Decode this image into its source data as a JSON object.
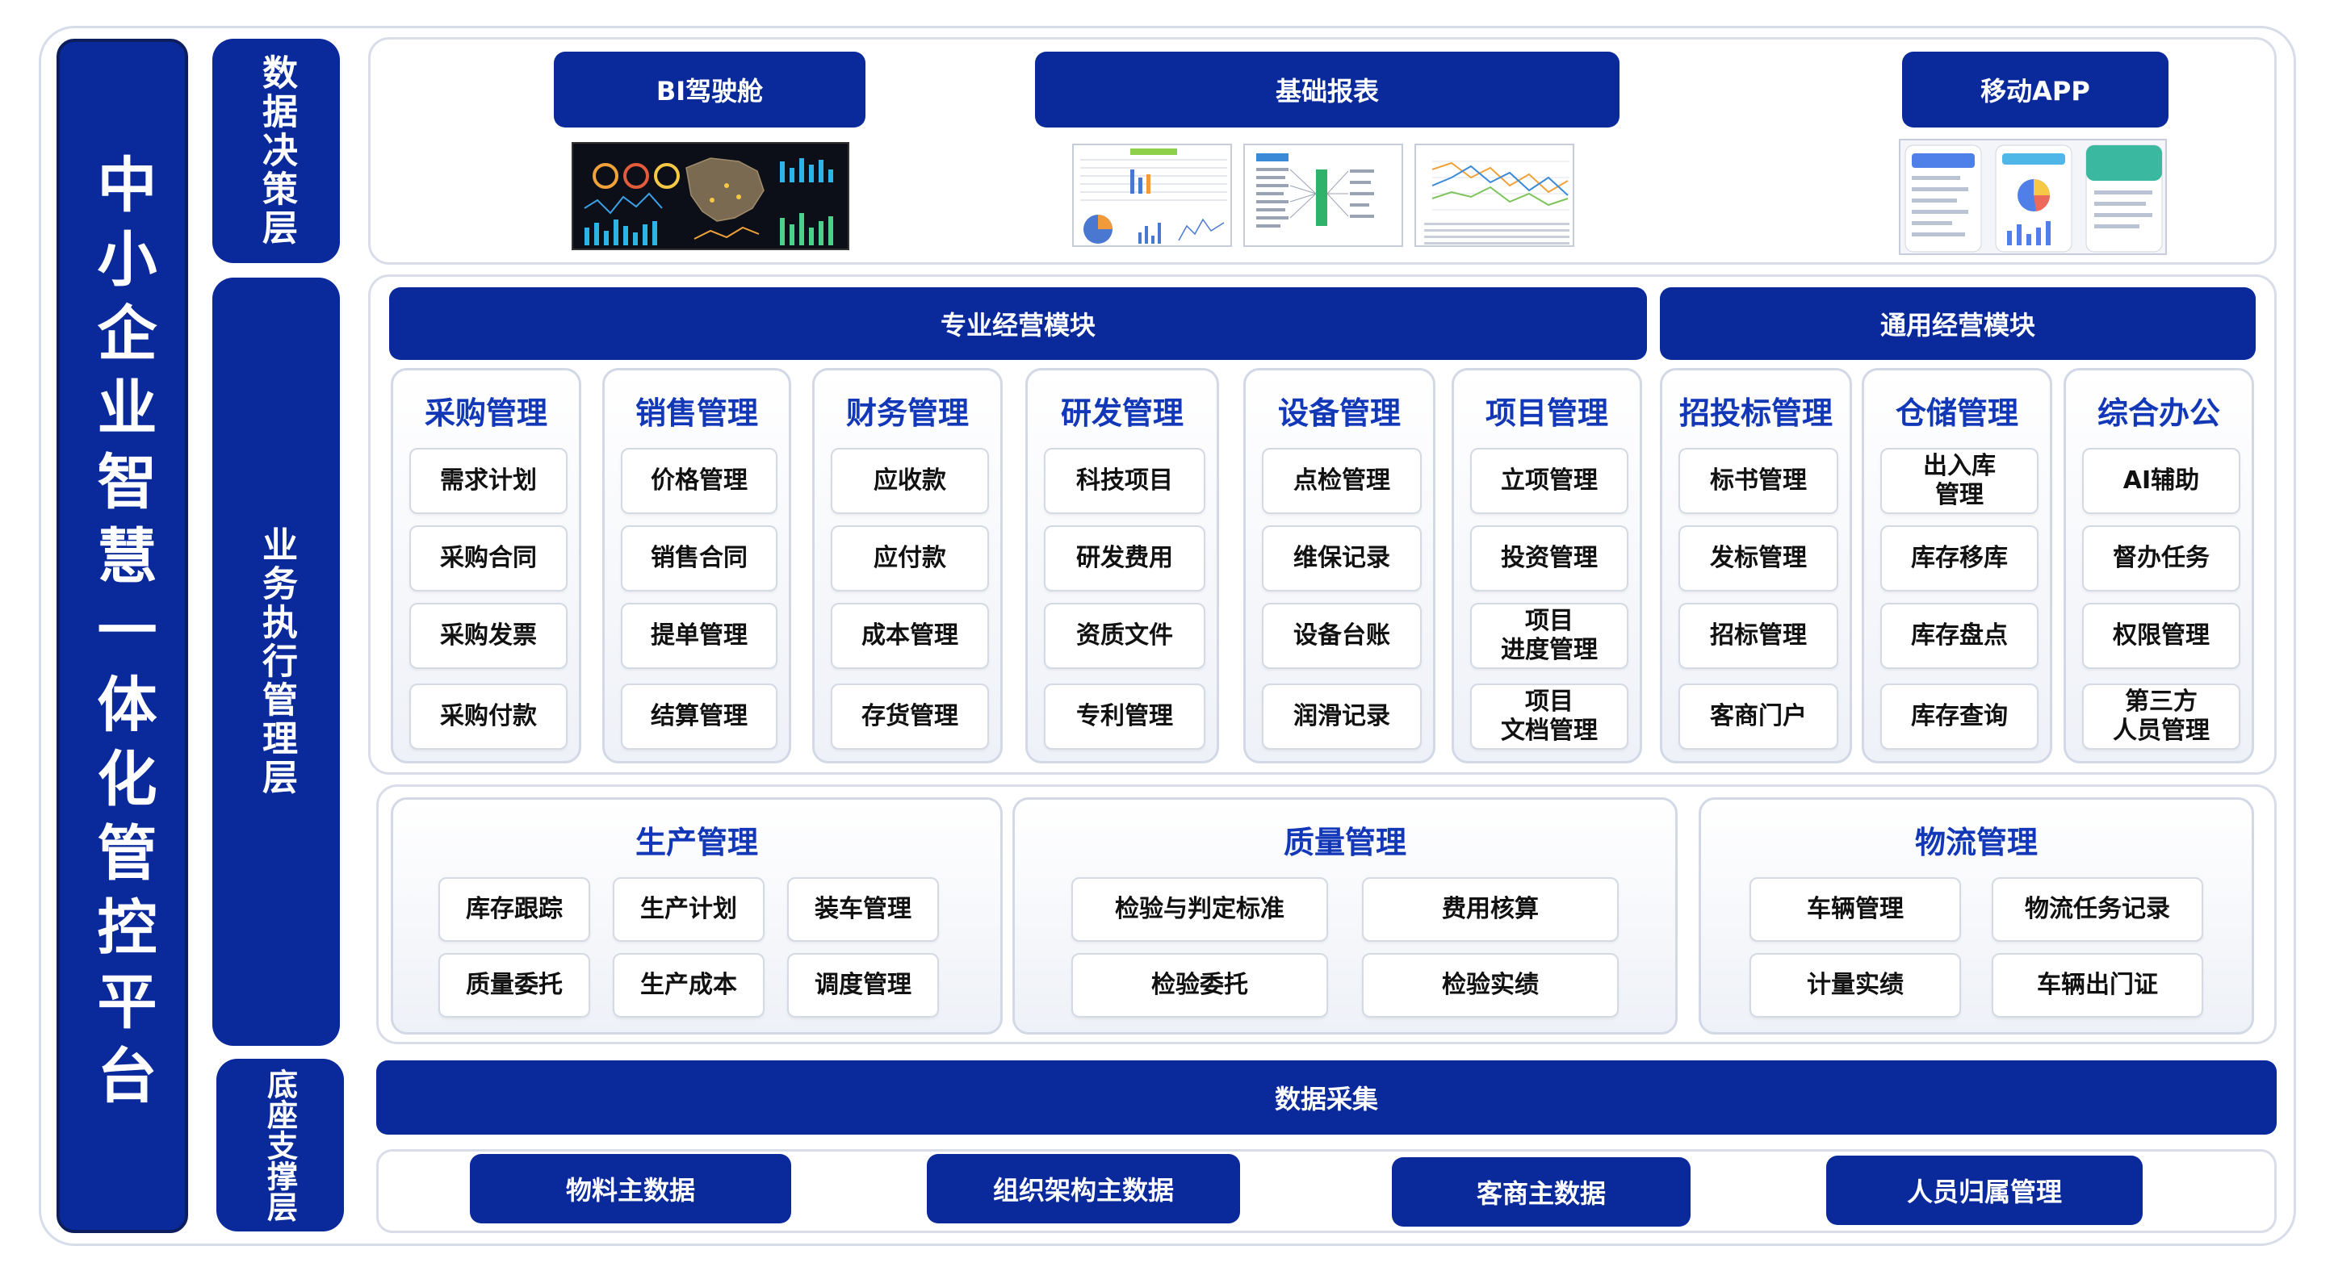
{
  "platform_title": "中小企业智慧一体化管控平台",
  "layers": {
    "decision": "数据决策层",
    "execution": "业务执行管理层",
    "foundation": "底座支撑层"
  },
  "decision": {
    "bi_label": "BI驾驶舱",
    "reports_label": "基础报表",
    "mobile_label": "移动APP"
  },
  "module_groups": {
    "professional": "专业经营模块",
    "general": "通用经营模块"
  },
  "modules": [
    {
      "title": "采购管理",
      "items": [
        "需求计划",
        "采购合同",
        "采购发票",
        "采购付款"
      ]
    },
    {
      "title": "销售管理",
      "items": [
        "价格管理",
        "销售合同",
        "提单管理",
        "结算管理"
      ]
    },
    {
      "title": "财务管理",
      "items": [
        "应收款",
        "应付款",
        "成本管理",
        "存货管理"
      ]
    },
    {
      "title": "研发管理",
      "items": [
        "科技项目",
        "研发费用",
        "资质文件",
        "专利管理"
      ]
    },
    {
      "title": "设备管理",
      "items": [
        "点检管理",
        "维保记录",
        "设备台账",
        "润滑记录"
      ]
    },
    {
      "title": "项目管理",
      "items": [
        "立项管理",
        "投资管理",
        "项目\n进度管理",
        "项目\n文档管理"
      ]
    },
    {
      "title": "招投标管理",
      "items": [
        "标书管理",
        "发标管理",
        "招标管理",
        "客商门户"
      ]
    },
    {
      "title": "仓储管理",
      "items": [
        "出入库\n管理",
        "库存移库",
        "库存盘点",
        "库存查询"
      ]
    },
    {
      "title": "综合办公",
      "items": [
        "AI辅助",
        "督办任务",
        "权限管理",
        "第三方\n人员管理"
      ]
    }
  ],
  "production": {
    "title": "生产管理",
    "items": [
      "库存跟踪",
      "生产计划",
      "装车管理",
      "质量委托",
      "生产成本",
      "调度管理"
    ]
  },
  "quality": {
    "title": "质量管理",
    "items": [
      "检验与判定标准",
      "费用核算",
      "检验委托",
      "检验实绩"
    ]
  },
  "logistics": {
    "title": "物流管理",
    "items": [
      "车辆管理",
      "物流任务记录",
      "计量实绩",
      "车辆出门证"
    ]
  },
  "data_collection": "数据采集",
  "master_data": [
    "物料主数据",
    "组织架构主数据",
    "客商主数据",
    "人员归属管理"
  ],
  "colors": {
    "navy": "#0a2a9c",
    "module_title": "#1238b8",
    "border": "#d8dde8"
  }
}
